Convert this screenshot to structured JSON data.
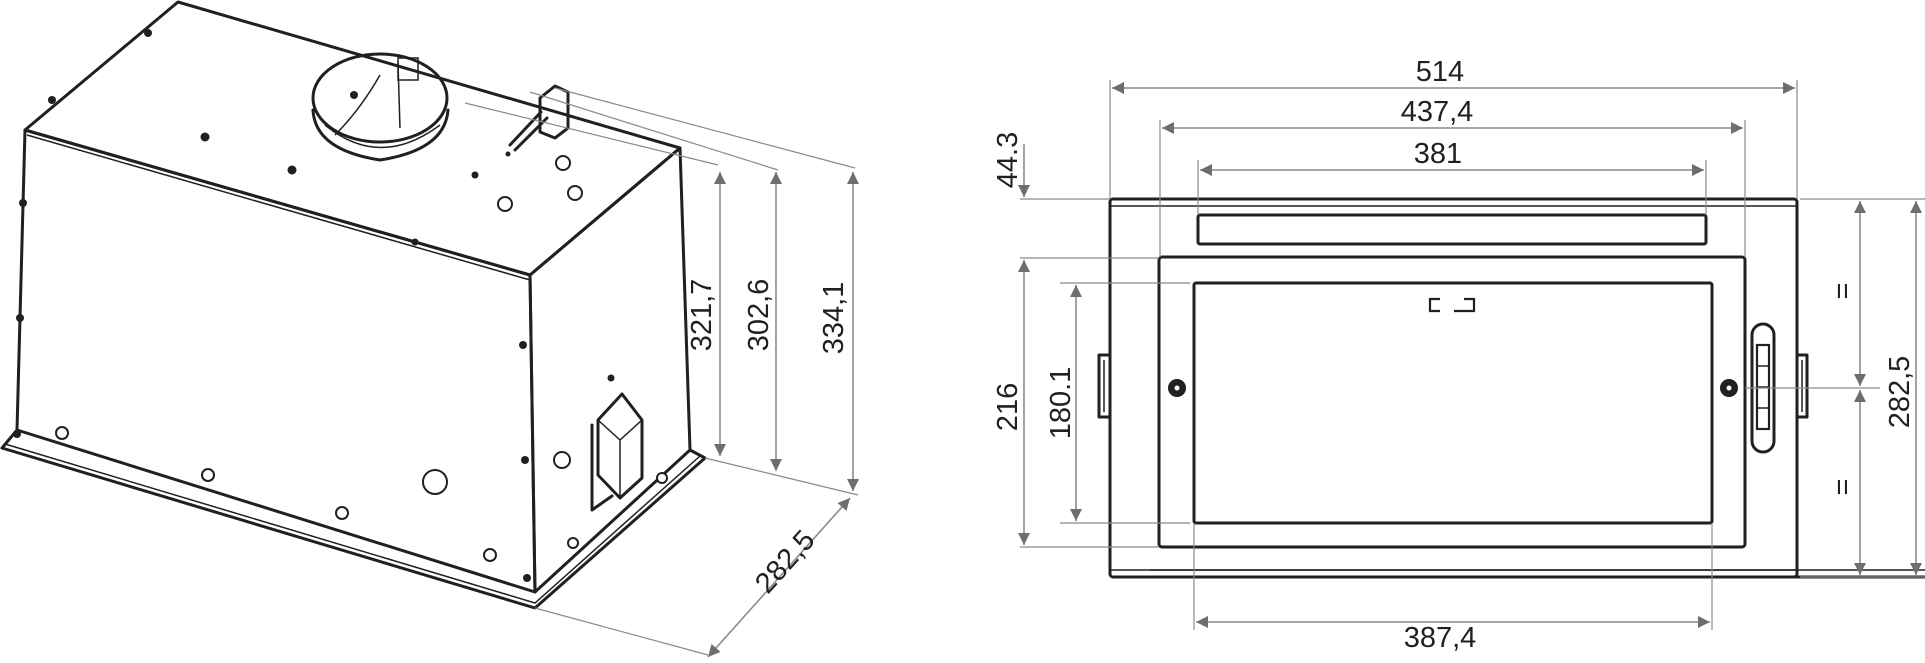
{
  "drawing": {
    "title": "Built-in cooker hood dimension drawing",
    "colors": {
      "outline": "#231f20",
      "dimension_line": "#8a8a8a",
      "arrowhead": "#6d6e71",
      "background": "#ffffff"
    },
    "units": "mm"
  },
  "isometric_view": {
    "dimensions": {
      "height_front": "321,7",
      "height_mid": "302,6",
      "height_total": "334,1",
      "depth": "282,5"
    },
    "features": [
      "duct-collar",
      "power-plug",
      "mounting-holes",
      "flange",
      "side-connector-box"
    ]
  },
  "front_view": {
    "dimensions": {
      "overall_width": "514",
      "frame_width": "437,4",
      "top_slot_width": "381",
      "top_offset": "44.3",
      "frame_height": "216",
      "panel_height": "180.1",
      "overall_depth": "282,5",
      "equal_upper": "=",
      "equal_lower": "=",
      "panel_width": "387,4"
    },
    "features": [
      "top-slot",
      "filter-panel",
      "light-bracket-mark",
      "left-screw",
      "right-screw",
      "control-slider",
      "side-clips"
    ]
  }
}
